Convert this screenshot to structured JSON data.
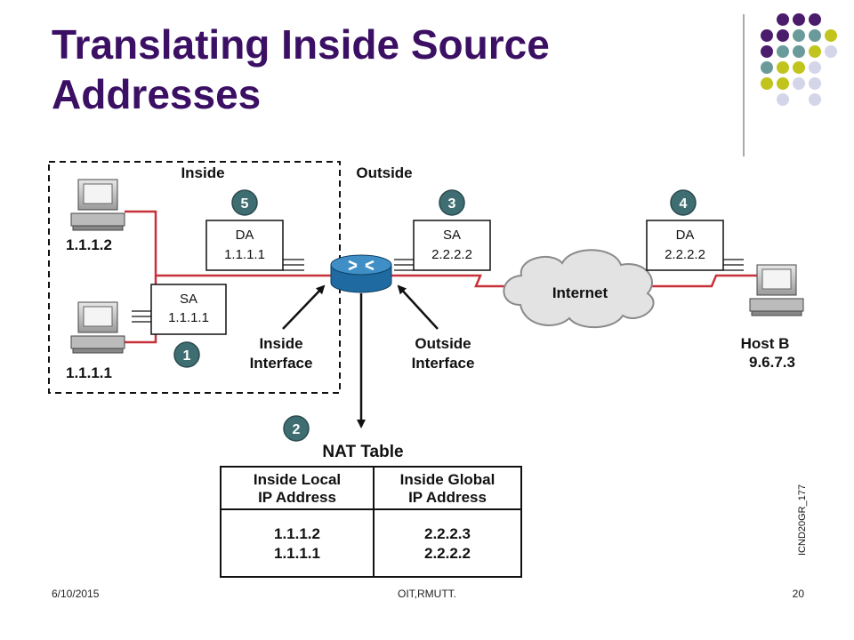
{
  "slide": {
    "title": "Translating Inside Source Addresses",
    "footer_date": "6/10/2015",
    "footer_center": "OIT,RMUTT.",
    "footer_page": "20",
    "decor_colors": {
      "purple": "#4b1c6b",
      "teal": "#6b9a9a",
      "olive": "#c2c41e",
      "lavender": "#d5d5ea"
    }
  },
  "diagram": {
    "zones": {
      "inside": "Inside",
      "outside": "Outside"
    },
    "hosts": [
      {
        "id": "host-a",
        "label": "1.1.1.2"
      },
      {
        "id": "host-c",
        "label": "1.1.1.1"
      },
      {
        "id": "host-b",
        "label_line1": "Host B",
        "label_line2": "9.6.7.3"
      }
    ],
    "steps": [
      "1",
      "2",
      "3",
      "4",
      "5"
    ],
    "packets": [
      {
        "step": "1",
        "field": "SA",
        "value": "1.1.1.1"
      },
      {
        "step": "5",
        "field": "DA",
        "value": "1.1.1.1"
      },
      {
        "step": "3",
        "field": "SA",
        "value": "2.2.2.2"
      },
      {
        "step": "4",
        "field": "DA",
        "value": "2.2.2.2"
      }
    ],
    "cloud_label": "Internet",
    "interfaces": {
      "inside": [
        "Inside",
        "Interface"
      ],
      "outside": [
        "Outside",
        "Interface"
      ]
    },
    "nat_table": {
      "title": "NAT Table",
      "headers": [
        [
          "Inside Local",
          "IP Address"
        ],
        [
          "Inside Global",
          "IP Address"
        ]
      ],
      "rows": [
        [
          "1.1.1.2",
          "2.2.2.3"
        ],
        [
          "1.1.1.1",
          "2.2.2.2"
        ]
      ]
    },
    "figure_code": "ICND20GR_177"
  }
}
